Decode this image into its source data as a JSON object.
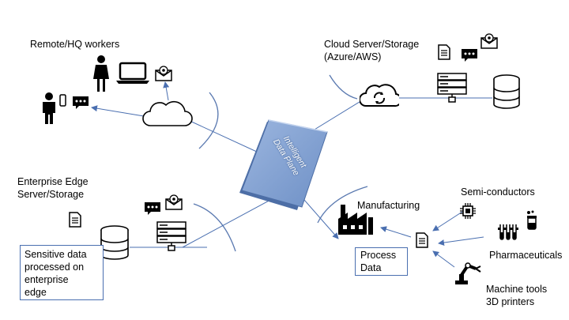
{
  "labels": {
    "remote_workers": "Remote/HQ workers",
    "cloud_line1": "Cloud Server/Storage",
    "cloud_line2": "(Azure/AWS)",
    "edge_line1": "Enterprise Edge",
    "edge_line2": "Server/Storage",
    "manufacturing": "Manufacturing",
    "semiconductors": "Semi-conductors",
    "pharmaceuticals": "Pharmaceuticals",
    "machine_line1": "Machine tools",
    "machine_line2": "3D printers"
  },
  "plane": {
    "line1": "Intelligent",
    "line2": "Data Plane"
  },
  "sensitive_box": {
    "line1": "Sensitive data",
    "line2": "processed on",
    "line3": "enterprise",
    "line4": "edge"
  },
  "process_box": {
    "line1": "Process",
    "line2": "Data"
  },
  "colors": {
    "link": "#4a6fb0",
    "plane": "#7f9fd1",
    "plane_edge": "#4d6ea6",
    "arc": "#5a79b0"
  },
  "icons": [
    "person-icon",
    "laptop-icon",
    "email-icon",
    "phone-icon",
    "chat-icon",
    "cloud-icon",
    "cloud-sync-icon",
    "document-icon",
    "server-icon",
    "database-icon",
    "factory-icon",
    "chip-icon",
    "lab-flask-icon",
    "test-tubes-icon",
    "robot-arm-icon"
  ]
}
